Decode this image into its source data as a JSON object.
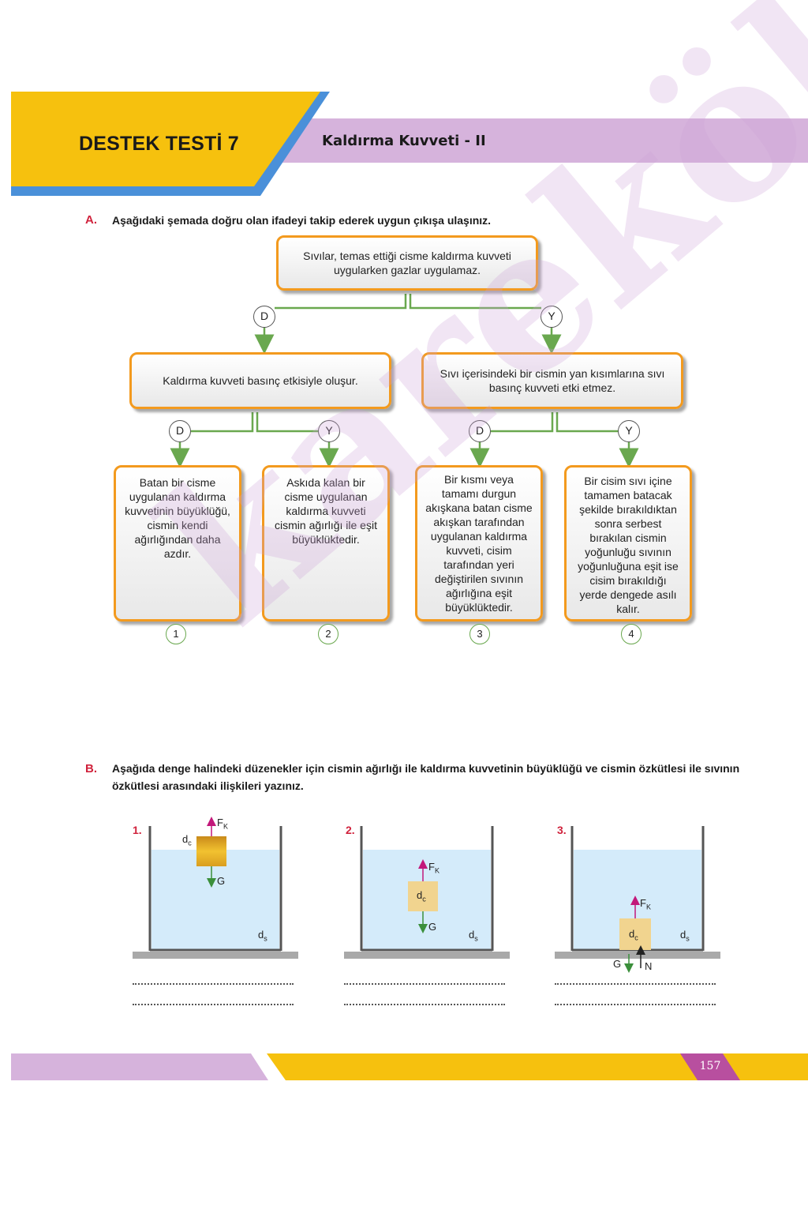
{
  "header": {
    "title": "DESTEK TESTİ 7",
    "subtitle": "Kaldırma Kuvveti  - II"
  },
  "section_a": {
    "letter": "A.",
    "instruction": "Aşağıdaki şemada doğru olan ifadeyi takip ederek uygun çıkışa ulaşınız.",
    "root": "Sıvılar, temas ettiği cisme kaldırma kuvveti uygularken gazlar uygulamaz.",
    "left": "Kaldırma kuvveti basınç etkisiyle oluşur.",
    "right": "Sıvı içerisindeki bir cismin yan kısımlarına sıvı basınç kuvveti etki etmez.",
    "d": "D",
    "y": "Y",
    "outcomes": [
      "Batan bir cisme uygulanan kaldırma kuvvetinin büyüklüğü, cismin kendi ağırlığından daha azdır.",
      "Askıda kalan bir cisme uygulanan kaldırma kuvveti cismin ağırlığı ile eşit büyüklüktedir.",
      "Bir kısmı veya tamamı durgun akışkana batan cisme akışkan tarafından uygulanan kaldırma kuvveti, cisim tarafından yeri değiştirilen sıvının ağırlığına eşit büyüklüktedir.",
      "Bir cisim sıvı içine tamamen batacak şekilde bırakıldıktan sonra serbest bırakılan cismin yoğunluğu sıvının yoğunluğuna eşit ise cisim bırakıldığı yerde dengede asılı kalır."
    ],
    "numbers": [
      "1",
      "2",
      "3",
      "4"
    ]
  },
  "section_b": {
    "letter": "B.",
    "instruction": "Aşağıda denge halindeki düzenekler için cismin ağırlığı ile kaldırma kuvvetinin büyüklüğü ve cismin özkütlesi ile sıvının özkütlesi arasındaki ilişkileri yazınız.",
    "labels": [
      "1.",
      "2.",
      "3."
    ],
    "fk": "F",
    "fk_sub": "K",
    "g": "G",
    "n": "N",
    "dc": "d",
    "dc_sub": "c",
    "ds": "d",
    "ds_sub": "s"
  },
  "watermark": "karekök",
  "page_number": "157",
  "colors": {
    "yellow": "#f6c10e",
    "blue": "#4a90d9",
    "purple": "#d6b3dc",
    "orange": "#f39a1e",
    "green": "#6aa84f",
    "water": "#d4ebfa"
  }
}
